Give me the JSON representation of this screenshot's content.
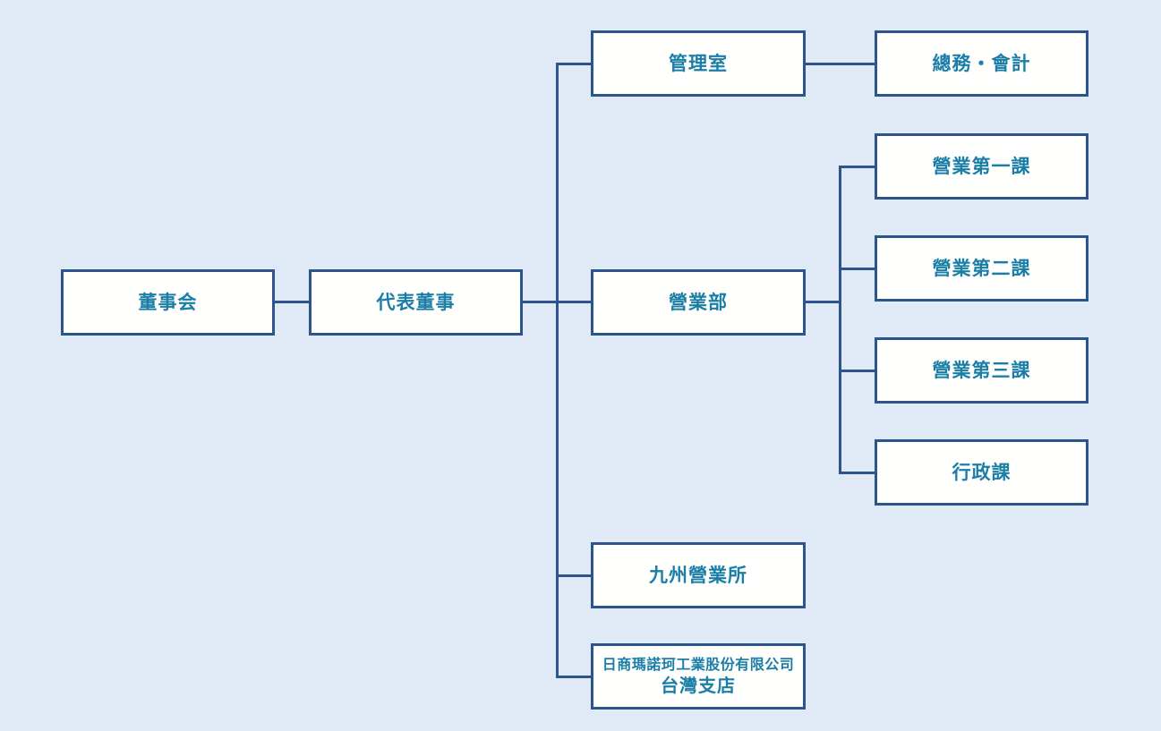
{
  "diagram": {
    "type": "org-chart",
    "colors": {
      "background": "#dfeaf6",
      "box_fill": "#fffffe",
      "box_border": "#2e548e",
      "text": "#1a7ea6"
    },
    "nodes": {
      "board": {
        "label": "董事会"
      },
      "representative_director": {
        "label": "代表董事"
      },
      "management_office": {
        "label": "管理室"
      },
      "general_affairs_accounting": {
        "label": "總務・會計"
      },
      "sales_department": {
        "label": "營業部"
      },
      "sales_section_1": {
        "label": "營業第一課"
      },
      "sales_section_2": {
        "label": "營業第二課"
      },
      "sales_section_3": {
        "label": "營業第三課"
      },
      "admin_section": {
        "label": "行政課"
      },
      "kyushu_sales_office": {
        "label": "九州營業所"
      },
      "taiwan_branch": {
        "label_line1": "日商瑪諾珂工業股份有限公司",
        "label_line2": "台灣支店"
      }
    },
    "edges": [
      {
        "from": "董事会",
        "to": "代表董事"
      },
      {
        "from": "代表董事",
        "to": "管理室"
      },
      {
        "from": "管理室",
        "to": "總務・會計"
      },
      {
        "from": "代表董事",
        "to": "營業部"
      },
      {
        "from": "營業部",
        "to": "營業第一課"
      },
      {
        "from": "營業部",
        "to": "營業第二課"
      },
      {
        "from": "營業部",
        "to": "營業第三課"
      },
      {
        "from": "營業部",
        "to": "行政課"
      },
      {
        "from": "代表董事",
        "to": "九州營業所"
      },
      {
        "from": "代表董事",
        "to": "日商瑪諾珂工業股份有限公司 台灣支店"
      }
    ]
  }
}
